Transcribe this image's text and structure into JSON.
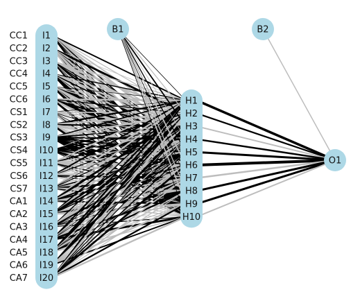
{
  "network": {
    "input_variables": [
      "CC1",
      "CC2",
      "CC3",
      "CC4",
      "CC5",
      "CC6",
      "CS1",
      "CS2",
      "CS3",
      "CS4",
      "CS5",
      "CS6",
      "CS7",
      "CA1",
      "CA2",
      "CA3",
      "CA4",
      "CA5",
      "CA6",
      "CA7"
    ],
    "input_nodes": [
      "I1",
      "I2",
      "I3",
      "I4",
      "I5",
      "I6",
      "I7",
      "I8",
      "I9",
      "I10",
      "I11",
      "I12",
      "I13",
      "I14",
      "I15",
      "I16",
      "I17",
      "I18",
      "I19",
      "I20"
    ],
    "hidden_nodes": [
      "H1",
      "H2",
      "H3",
      "H4",
      "H5",
      "H6",
      "H7",
      "H8",
      "H9",
      "H10"
    ],
    "bias_nodes": [
      "B1",
      "B2"
    ],
    "output_nodes": [
      "O1"
    ],
    "colors": {
      "node_fill": "#add8e6",
      "positive_weight": "#000000",
      "negative_weight": "#bdbdbd"
    }
  }
}
